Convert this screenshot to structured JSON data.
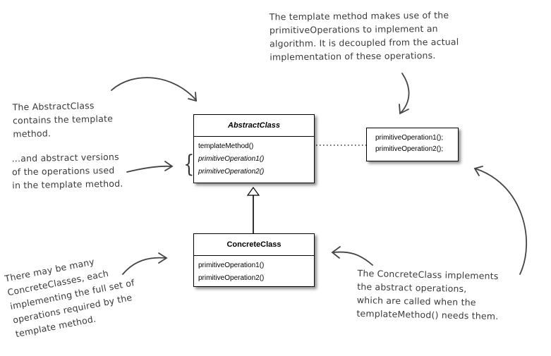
{
  "abstract_class": {
    "name": "AbstractClass",
    "operations": [
      "templateMethod()",
      "primitiveOperation1()",
      "primitiveOperation2()"
    ]
  },
  "concrete_class": {
    "name": "ConcreteClass",
    "operations": [
      "primitiveOperation1()",
      "primitiveOperation2()"
    ]
  },
  "template_method_body": {
    "lines": [
      "primitiveOperation1();",
      "primitiveOperation2();"
    ]
  },
  "notes": {
    "template_method": [
      "The template method makes use of the",
      "primitiveOperations to implement an",
      "algorithm.  It is decoupled from the actual",
      "implementation of these operations."
    ],
    "abstract_contains": [
      "The AbstractClass",
      "contains the template",
      "method."
    ],
    "abstract_versions": [
      "...and abstract versions",
      "of the operations used",
      "in the template method."
    ],
    "many_concrete": [
      "There may be many",
      "ConcreteClasses, each",
      "implementing the full set of",
      "operations required by the",
      "template method."
    ],
    "concrete_implements": [
      "The ConcreteClass implements",
      "the abstract operations,",
      "which are called when the",
      "templateMethod() needs them."
    ]
  },
  "colors": {
    "ink": "#000000",
    "handwriting": "#3a3a3a",
    "arrows": "#444444"
  }
}
